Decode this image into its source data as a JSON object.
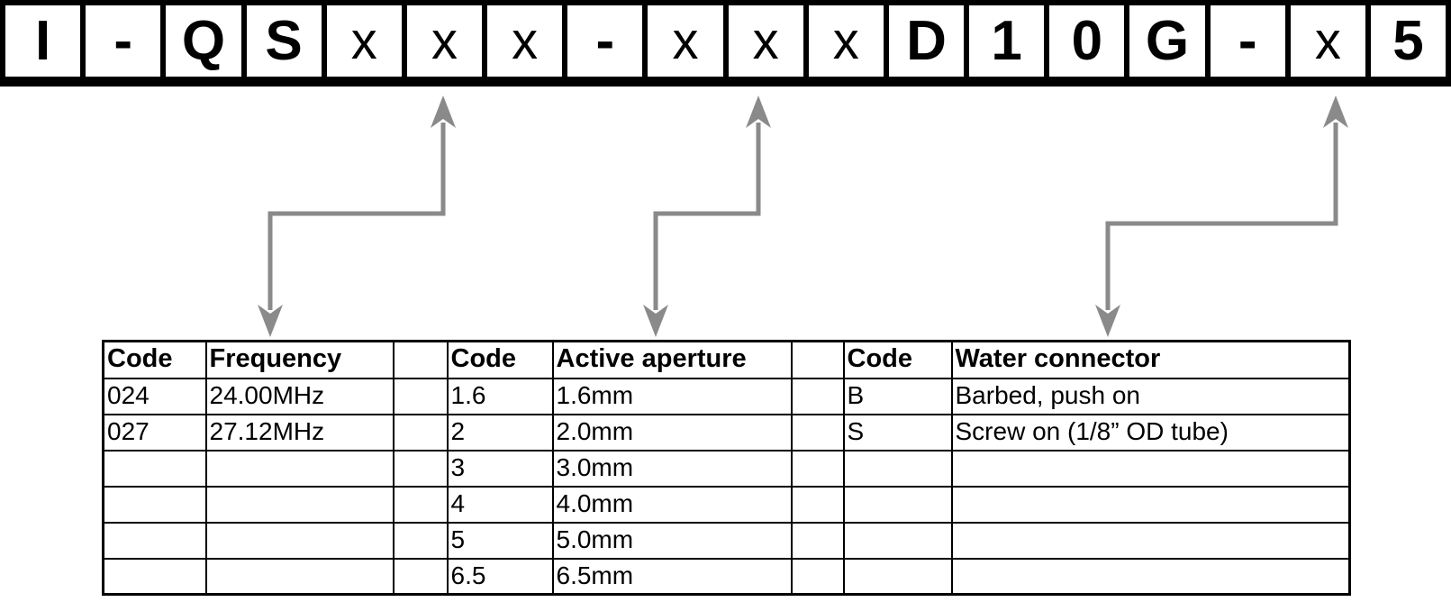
{
  "part_number": {
    "value": "I-QSxxx-xxxD10G-x5",
    "chars": [
      "I",
      "-",
      "Q",
      "S",
      "x",
      "x",
      "x",
      "-",
      "x",
      "x",
      "x",
      "D",
      "1",
      "0",
      "G",
      "-",
      "x",
      "5"
    ]
  },
  "code_table": {
    "header": [
      "Code",
      "Frequency",
      "",
      "Code",
      "Active aperture",
      "",
      "Code",
      "Water connector"
    ],
    "rows": [
      [
        "024",
        "24.00MHz",
        "",
        "1.6",
        "1.6mm",
        "",
        "B",
        "Barbed, push on"
      ],
      [
        "027",
        "27.12MHz",
        "",
        "2",
        "2.0mm",
        "",
        "S",
        "Screw on (1/8” OD tube)"
      ],
      [
        "",
        "",
        "",
        "3",
        "3.0mm",
        "",
        "",
        ""
      ],
      [
        "",
        "",
        "",
        "4",
        "4.0mm",
        "",
        "",
        ""
      ],
      [
        "",
        "",
        "",
        "5",
        "5.0mm",
        "",
        "",
        ""
      ],
      [
        "",
        "",
        "",
        "6.5",
        "6.5mm",
        "",
        "",
        ""
      ]
    ]
  },
  "colors": {
    "box_border": "#000000",
    "text": "#000000",
    "arrow": "#8a8a8a",
    "background": "#ffffff"
  }
}
